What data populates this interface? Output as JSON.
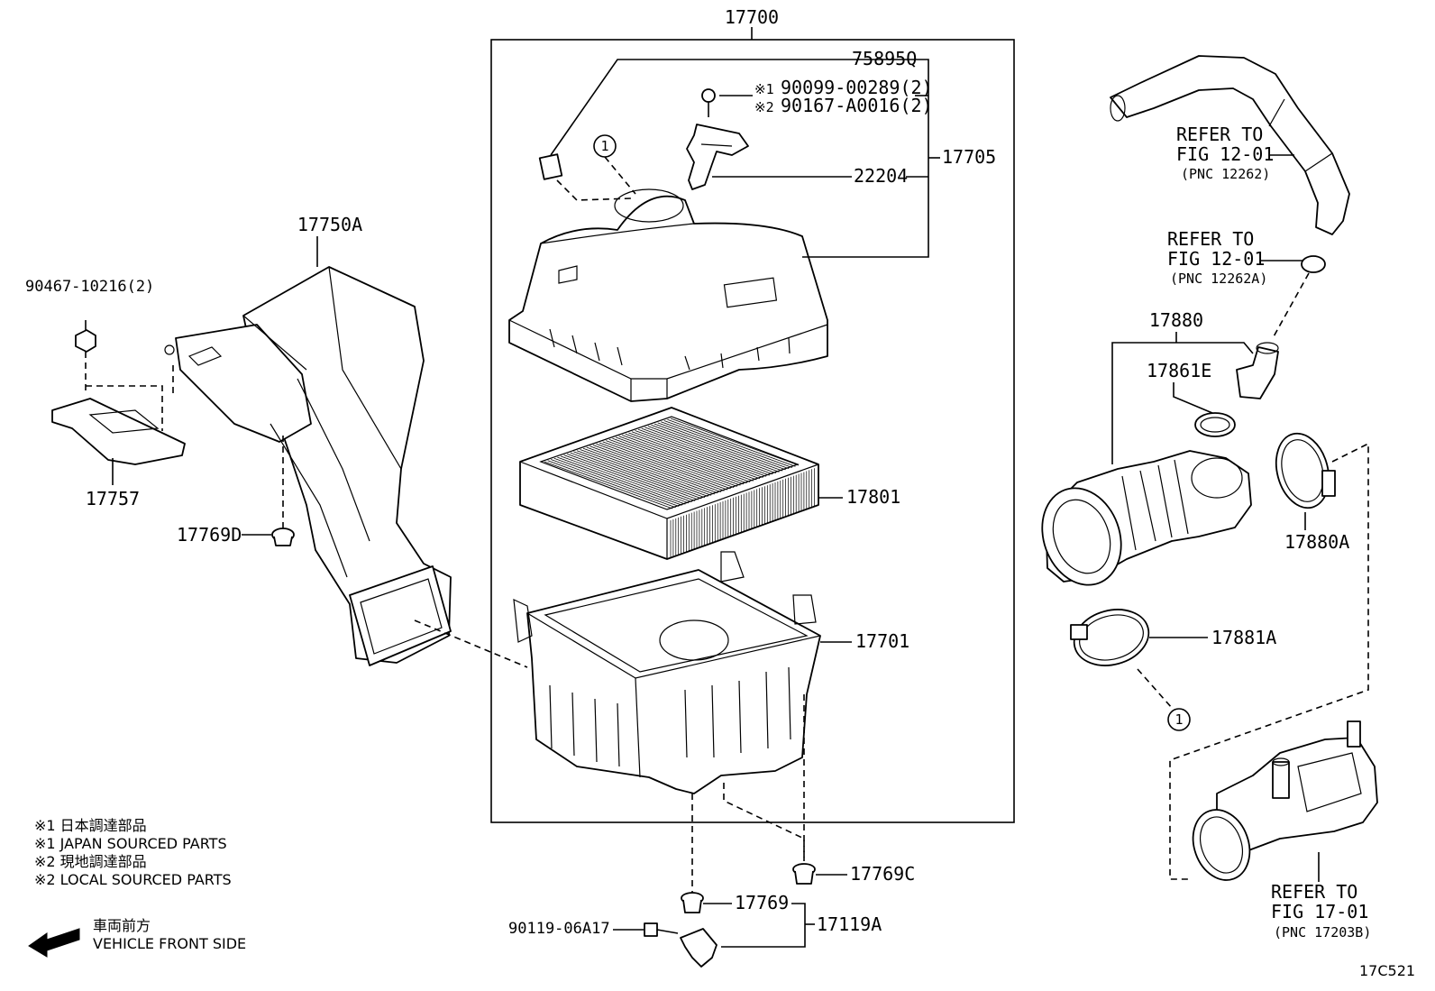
{
  "diagram": {
    "sheet_code": "17C521",
    "parts": {
      "p17700": "17700",
      "p75895Q": "75895Q",
      "bolt_ref1_mark": "※1",
      "bolt_ref1": "90099-00289(2)",
      "bolt_ref2_mark": "※2",
      "bolt_ref2": "90167-A0016(2)",
      "p17705": "17705",
      "p22204": "22204",
      "p17750A": "17750A",
      "p90467": "90467-10216(2)",
      "p17757": "17757",
      "p17769D": "17769D",
      "p17801": "17801",
      "p17701": "17701",
      "p17769C": "17769C",
      "p17769": "17769",
      "p90119": "90119-06A17",
      "p17119A": "17119A",
      "p17880": "17880",
      "p17861E": "17861E",
      "p17880A": "17880A",
      "p17881A": "17881A",
      "circle_mark": "1"
    },
    "refs": {
      "ref1": {
        "line1": "REFER TO",
        "line2": "FIG 12-01",
        "line3": "(PNC 12262)"
      },
      "ref2": {
        "line1": "REFER TO",
        "line2": "FIG 12-01",
        "line3": "(PNC 12262A)"
      },
      "ref3": {
        "line1": "REFER TO",
        "line2": "FIG 17-01",
        "line3": "(PNC 17203B)"
      }
    },
    "notes": {
      "n1": "※1  日本調達部品",
      "n2": "※1  JAPAN SOURCED PARTS",
      "n3": "※2  現地調達部品",
      "n4": "※2  LOCAL SOURCED PARTS"
    },
    "direction": {
      "jp": "車両前方",
      "en": "VEHICLE FRONT SIDE"
    }
  }
}
